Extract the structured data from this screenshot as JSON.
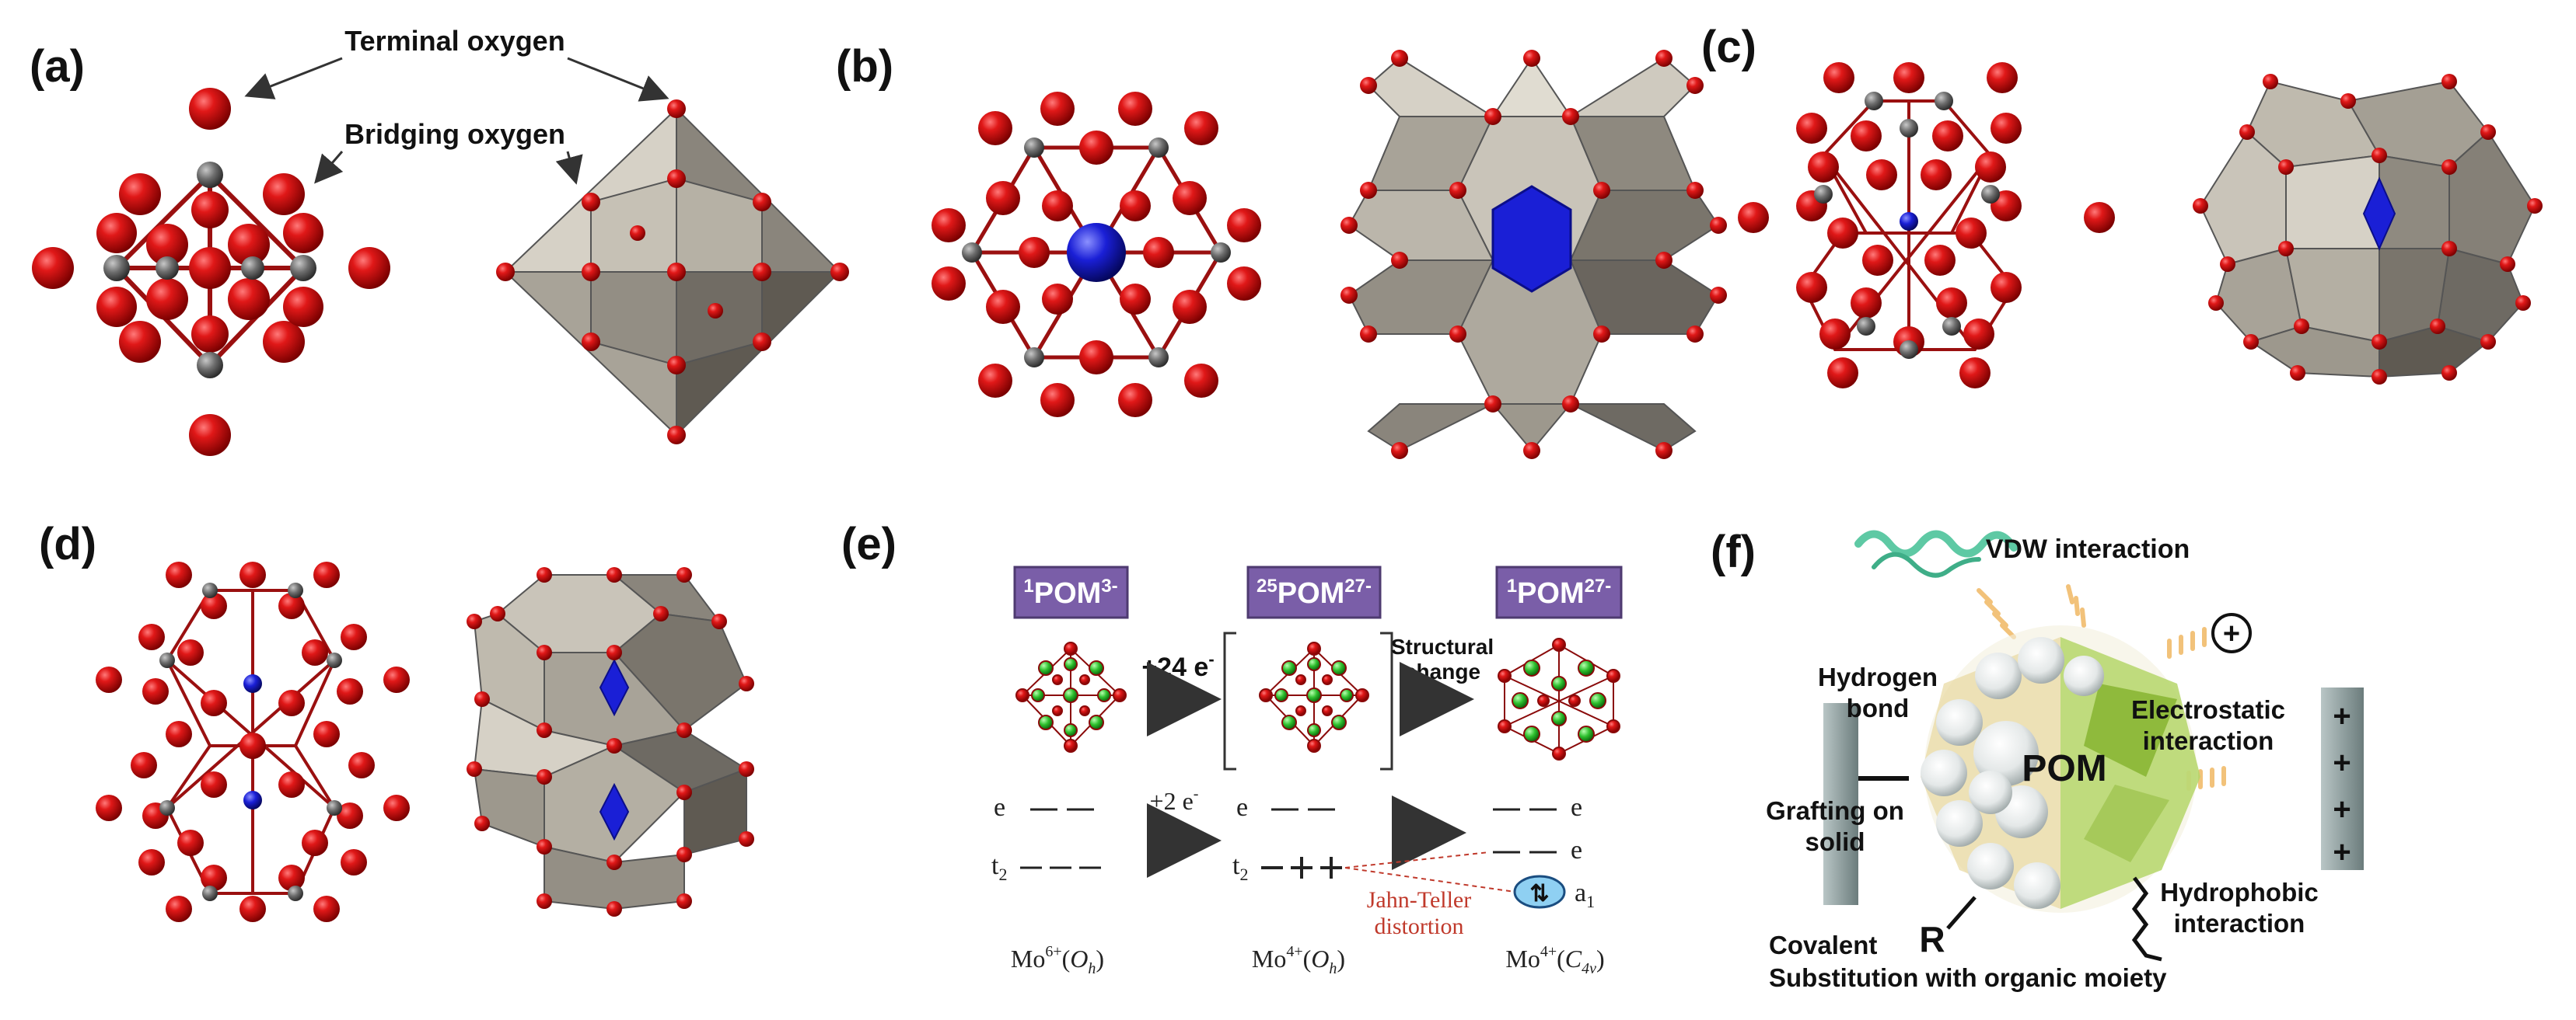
{
  "colors": {
    "oxygen": "#cc0f0f",
    "metal": "#6d6d6d",
    "heteroatom": "#1a1fd6",
    "polyhedron_light": "#c9c4b9",
    "polyhedron_dark": "#6e6a63",
    "pom_badge": "#7a5ea8",
    "mo_green": "#2ec02e",
    "jahn_teller": "#c0392b",
    "electrode": "#93a4a4"
  },
  "panels": {
    "a": {
      "label": "(a)",
      "terminal": "Terminal oxygen",
      "bridging": "Bridging oxygen"
    },
    "b": {
      "label": "(b)"
    },
    "c": {
      "label": "(c)"
    },
    "d": {
      "label": "(d)"
    },
    "e": {
      "label": "(e)",
      "badges": [
        {
          "sup": "1",
          "text": "POM",
          "charge": "3-"
        },
        {
          "sup": "25",
          "text": "POM",
          "charge": "27-"
        },
        {
          "sup": "1",
          "text": "POM",
          "charge": "27-"
        }
      ],
      "step1": "+24 e",
      "step1_sup": "-",
      "step2_line1": "Structural",
      "step2_line2": "change",
      "step_small": "+2 e",
      "step_small_sup": "-",
      "levels": {
        "e": "e",
        "t2": "t",
        "t2_sub": "2",
        "a1": "a",
        "a1_sub": "1"
      },
      "jt_line1": "Jahn-Teller",
      "jt_line2": "distortion",
      "states": [
        {
          "base": "Mo",
          "sup": "6+",
          "sym": "O",
          "sub": "h"
        },
        {
          "base": "Mo",
          "sup": "4+",
          "sym": "O",
          "sub": "h"
        },
        {
          "base": "Mo",
          "sup": "4+",
          "sym": "C",
          "sub": "4v"
        }
      ]
    },
    "f": {
      "label": "(f)",
      "vdw": "VDW interaction",
      "plus": "+",
      "hydrogen1": "Hydrogen",
      "hydrogen2": "bond",
      "electro1": "Electrostatic",
      "electro2": "interaction",
      "pom": "POM",
      "graft1": "Grafting on",
      "graft2": "solid",
      "hydrophobic1": "Hydrophobic",
      "hydrophobic2": "interaction",
      "r": "R",
      "covalent1": "Covalent",
      "covalent2": "Substitution with organic moiety"
    }
  }
}
